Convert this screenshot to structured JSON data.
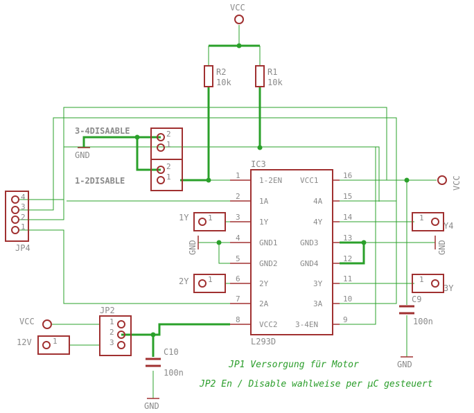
{
  "supply": {
    "vcc_top": "VCC",
    "vcc_right": "VCC",
    "vcc_left": "VCC",
    "v12": "12V"
  },
  "resistors": {
    "r2_name": "R2",
    "r2_value": "10k",
    "r1_name": "R1",
    "r1_value": "10k"
  },
  "jumpers": {
    "dis34": "3-4DISAABLE",
    "dis12": "1-2DISABLE"
  },
  "ic": {
    "name": "IC3",
    "part": "L293D",
    "left_pins": [
      {
        "num": "1",
        "name": "1-2EN"
      },
      {
        "num": "2",
        "name": "1A"
      },
      {
        "num": "3",
        "name": "1Y"
      },
      {
        "num": "4",
        "name": "GND1"
      },
      {
        "num": "5",
        "name": "GND2"
      },
      {
        "num": "6",
        "name": "2Y"
      },
      {
        "num": "7",
        "name": "2A"
      },
      {
        "num": "8",
        "name": "VCC2"
      }
    ],
    "right_pins": [
      {
        "num": "16",
        "name": "VCC1"
      },
      {
        "num": "15",
        "name": "4A"
      },
      {
        "num": "14",
        "name": "4Y"
      },
      {
        "num": "13",
        "name": "GND3"
      },
      {
        "num": "12",
        "name": "GND4"
      },
      {
        "num": "11",
        "name": "3Y"
      },
      {
        "num": "10",
        "name": "3A"
      },
      {
        "num": "9",
        "name": "3-4EN"
      }
    ]
  },
  "connectors": {
    "jp4": "JP4",
    "jp4_pins": [
      "4",
      "3",
      "2",
      "1"
    ],
    "jp2": "JP2",
    "jp2_pins": [
      "1",
      "2",
      "3"
    ],
    "y1": "1Y",
    "y2": "2Y",
    "y3": "3Y",
    "y4": "Y4",
    "pin1": "1",
    "pin2": "2"
  },
  "caps": {
    "c9_name": "C9",
    "c9_value": "100n",
    "c10_name": "C10",
    "c10_value": "100n"
  },
  "gnd": "GND",
  "notes": {
    "line1": "JP1 Versorgung für Motor",
    "line2": "JP2 En / Disable wahlweise per µC gesteuert"
  }
}
